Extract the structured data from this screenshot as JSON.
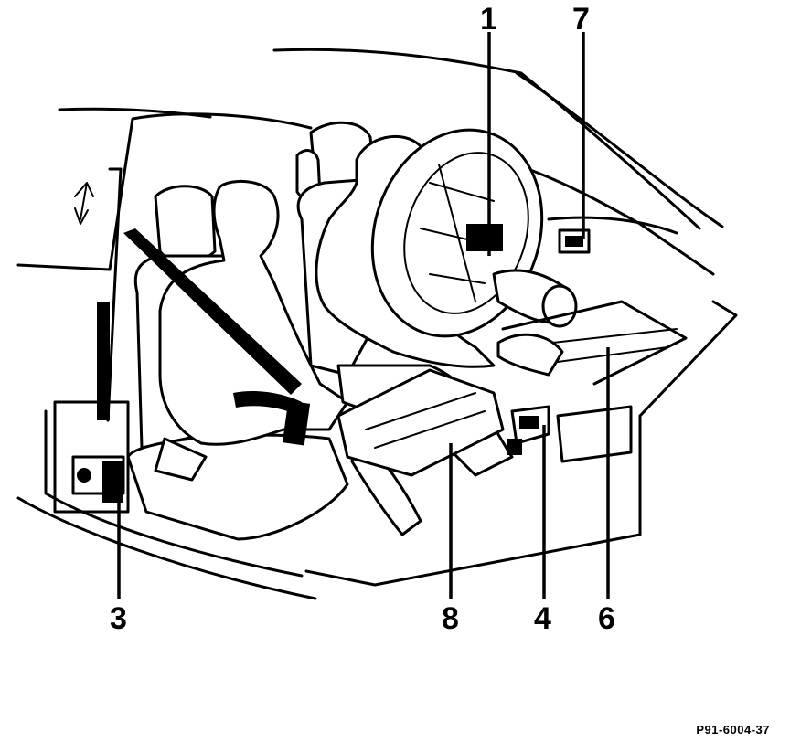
{
  "callouts": {
    "c1": "1",
    "c7": "7",
    "c3": "3",
    "c8": "8",
    "c4": "4",
    "c6": "6"
  },
  "figure_code": "P91-6004-37",
  "colors": {
    "ink": "#000000",
    "paper": "#ffffff"
  }
}
